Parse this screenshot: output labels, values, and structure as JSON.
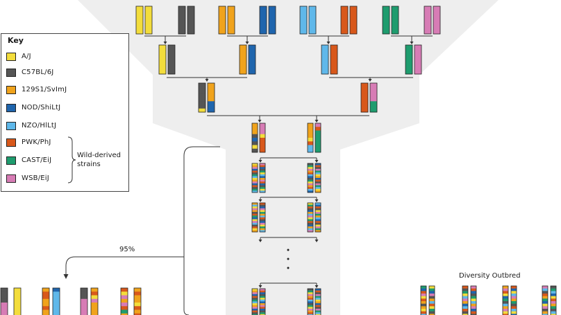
{
  "key": {
    "title": "Key",
    "strains": [
      {
        "label": "A/J",
        "color": "#f3dd3c"
      },
      {
        "label": "C57BL/6J",
        "color": "#555555"
      },
      {
        "label": "129S1/SvImJ",
        "color": "#f0a31c"
      },
      {
        "label": "NOD/ShiLtJ",
        "color": "#1f65ad"
      },
      {
        "label": "NZO/HlLtJ",
        "color": "#5fb8ea"
      },
      {
        "label": "PWK/PhJ",
        "color": "#d8581b"
      },
      {
        "label": "CAST/EiJ",
        "color": "#1e9c6e"
      },
      {
        "label": "WSB/EiJ",
        "color": "#d77cb5"
      }
    ],
    "wild_derived_label": "Wild-derived strains"
  },
  "annotations": {
    "percent": "95%",
    "diversity_outbred": "Diversity Outbred"
  },
  "colors": {
    "funnel_background": "#eeeeee",
    "line": "#333333"
  }
}
